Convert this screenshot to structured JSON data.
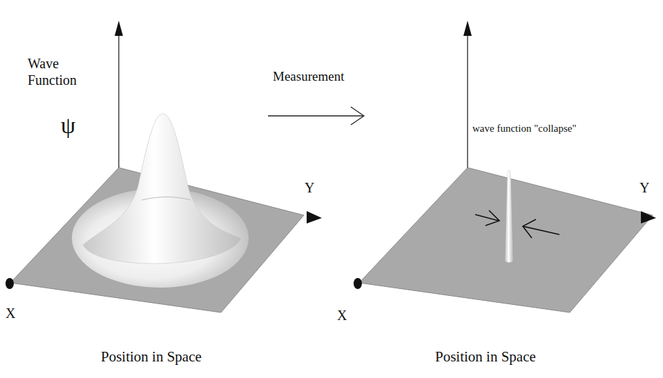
{
  "diagram": {
    "labels": [
      "Wave Function",
      "ψ",
      "Measurement",
      "wave function \"collapse\"",
      "Y",
      "X",
      "Position in Space",
      "Y",
      "X",
      "Position in Space"
    ]
  }
}
